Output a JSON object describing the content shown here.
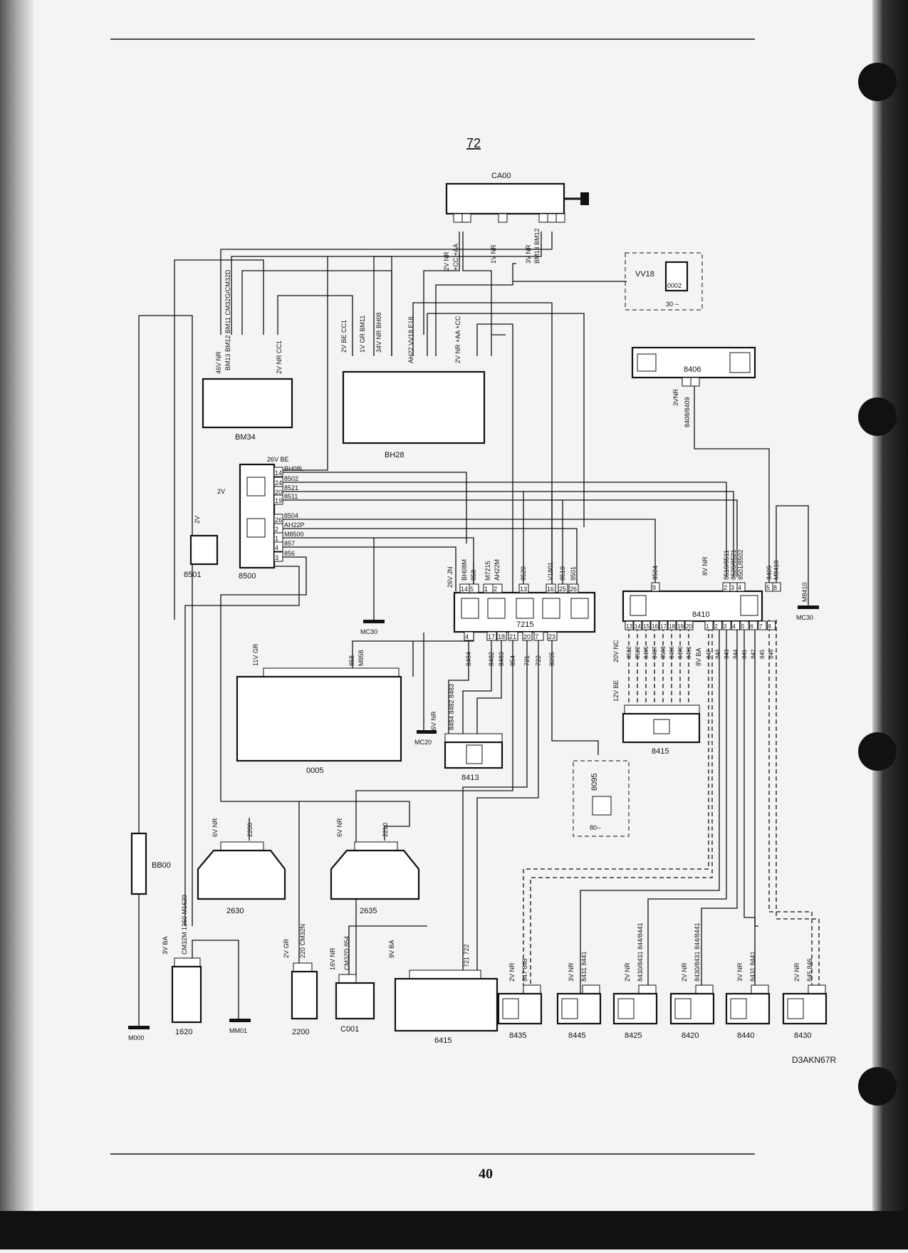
{
  "page": {
    "sheet_number": "72",
    "page_number": "40",
    "reference": "D3AKN67R"
  },
  "components": {
    "CA00": "CA00",
    "VV18": "VV18",
    "0002": "0002",
    "VV18_ref": "30 --",
    "8406": "8406",
    "BM34": "BM34",
    "BH28": "BH28",
    "8500": "8500",
    "8501": "8501",
    "7215": "7215",
    "8410": "8410",
    "0005": "0005",
    "8413": "8413",
    "8415": "8415",
    "8095": "8095",
    "8095_ref": "80--",
    "BB00": "BB00",
    "2630": "2630",
    "2635": "2635",
    "1620": "1620",
    "2200": "2200",
    "C001": "C001",
    "6415": "6415",
    "8435": "8435",
    "8445": "8445",
    "8425": "8425",
    "8420": "8420",
    "8440": "8440",
    "8430": "8430"
  },
  "grounds": {
    "M000": "M000",
    "MM01": "MM01",
    "MC30": "MC30",
    "MC20": "MC20",
    "MC30_right": "MC30",
    "M8410": "M8410"
  },
  "connectors": {
    "CA00_left": "2V NR",
    "CA00_left_wires": "+CC  +AA",
    "CA00_mid": "1V NR",
    "CA00_right": "3V NR",
    "CA00_right_wires": "BM13  BM12",
    "BM34": "46V NR",
    "BM34_wires": "BM13 BM12 BM11 CM32G/CM32D",
    "BM34_cc1": "2V NR  CC1",
    "BH28_a": "2V BE  CC1",
    "BH28_b": "1V GR  BM11",
    "BH28_c": "34V NR  BH08",
    "BH28_d": "AH22 VV18 E18",
    "BH28_e": "2V NR  +AA  +CC",
    "8406": "3VNR",
    "8406_wires": "8408/8409",
    "8500": "26V BE",
    "8501": "2V",
    "8500_side": "2V",
    "7215_top": "26V JN",
    "8410_top": "8V NR",
    "8410_bottom": "20V NC",
    "8410_bottom2": "8V BA",
    "8415": "12V BE",
    "8413": "6V NR",
    "0005": "11V GR",
    "2630": "6V NR",
    "2635": "6V NR",
    "1620": "3V BA",
    "2200": "2V GR",
    "C001": "16V NR",
    "6415": "9V BA",
    "8435": "2V NR",
    "8445": "3V NR",
    "8425": "2V NR",
    "8420": "2V NR",
    "8440": "3V NR",
    "8430": "2V NR"
  },
  "wires_8500": [
    {
      "pin": "14",
      "wire": "BH08L"
    },
    {
      "pin": "24",
      "wire": "8502"
    },
    {
      "pin": "20",
      "wire": "8521"
    },
    {
      "pin": "19",
      "wire": "8511"
    },
    {
      "pin": "26",
      "wire": "8504"
    },
    {
      "pin": "2",
      "wire": "AH22P"
    },
    {
      "pin": "1",
      "wire": "M8500"
    },
    {
      "pin": "4",
      "wire": "857"
    },
    {
      "pin": "3",
      "wire": "856"
    }
  ],
  "wires_7215_top": [
    {
      "pin": "14",
      "wire": "BH08M"
    },
    {
      "pin": "5",
      "wire": "858"
    },
    {
      "pin": "1",
      "wire": "M7215"
    },
    {
      "pin": "2",
      "wire": "AH22M"
    },
    {
      "pin": "13",
      "wire": "8520"
    },
    {
      "pin": "16",
      "wire": "V1801"
    },
    {
      "pin": "25",
      "wire": "8510"
    },
    {
      "pin": "26",
      "wire": "8501"
    }
  ],
  "wires_7215_bottom": [
    {
      "pin": "4",
      "wire": "8484"
    },
    {
      "pin": "17",
      "wire": "8482"
    },
    {
      "pin": "18",
      "wire": "8483"
    },
    {
      "pin": "21",
      "wire": "854"
    },
    {
      "pin": "20",
      "wire": "721"
    },
    {
      "pin": "7",
      "wire": "722"
    },
    {
      "pin": "23",
      "wire": "8095"
    }
  ],
  "wires_8410_top": [
    {
      "pin": "9",
      "wire": "8504"
    },
    {
      "pin": "2",
      "wire": "8510/8511"
    },
    {
      "pin": "3",
      "wire": "8520/8521"
    },
    {
      "pin": "4",
      "wire": "8501/8502"
    },
    {
      "pin": "5",
      "wire": "8409"
    },
    {
      "pin": "8",
      "wire": "M8410"
    }
  ],
  "wires_8410_bottom": [
    {
      "pin": "13",
      "wire": "8512"
    },
    {
      "pin": "14",
      "wire": "8522"
    },
    {
      "pin": "15",
      "wire": "8485"
    },
    {
      "pin": "16",
      "wire": "8487"
    },
    {
      "pin": "17",
      "wire": "8503"
    },
    {
      "pin": "18",
      "wire": "8486"
    },
    {
      "pin": "19",
      "wire": "8490"
    },
    {
      "pin": "20",
      "wire": "8491"
    },
    {
      "pin": "1",
      "wire": "847"
    },
    {
      "pin": "2",
      "wire": "848"
    },
    {
      "pin": "3",
      "wire": "843"
    },
    {
      "pin": "4",
      "wire": "844"
    },
    {
      "pin": "5",
      "wire": "841"
    },
    {
      "pin": "6",
      "wire": "842"
    },
    {
      "pin": "7",
      "wire": "845"
    },
    {
      "pin": "8",
      "wire": "846"
    }
  ],
  "wires_misc": {
    "0005_a": "858",
    "0005_b": "M858",
    "2630": "2200",
    "2635": "2210",
    "1620": "CM32M  1360  M1620",
    "2200": "220  CM32N",
    "C001": "CM32D  854",
    "6415": "721  722",
    "8435": "847  848",
    "8445": "8431  8441",
    "8425": "8430/8431  844/8441",
    "8420": "8430/8431  844/8441",
    "8440": "8431  8441",
    "8430": "845  846",
    "8413": "8484 8482 8483"
  }
}
